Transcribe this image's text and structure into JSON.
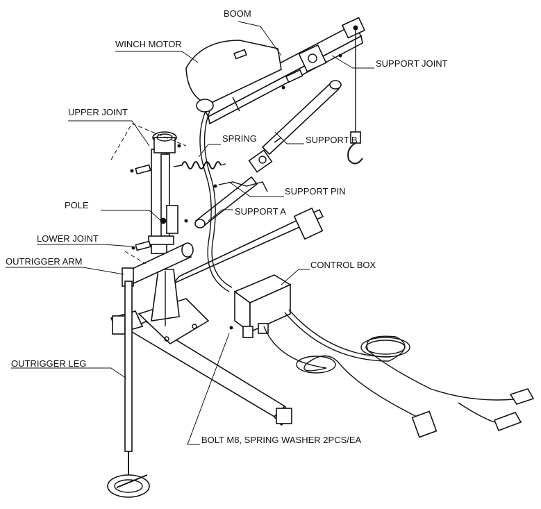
{
  "labels": {
    "boom": "BOOM",
    "winch_motor": "WINCH MOTOR",
    "support_joint": "SUPPORT JOINT",
    "upper_joint": "UPPER JOINT",
    "spring": "SPRING",
    "support_b": "SUPPORT B",
    "support_pin": "SUPPORT PIN",
    "pole": "POLE",
    "support_a": "SUPPORT A",
    "lower_joint": "LOWER JOINT",
    "outrigger_arm": "OUTRIGGER ARM",
    "control_box": "CONTROL BOX",
    "outrigger_leg": "OUTRIGGER LEG",
    "bolt": "BOLT M8, SPRING WASHER 2PCS/EA"
  }
}
